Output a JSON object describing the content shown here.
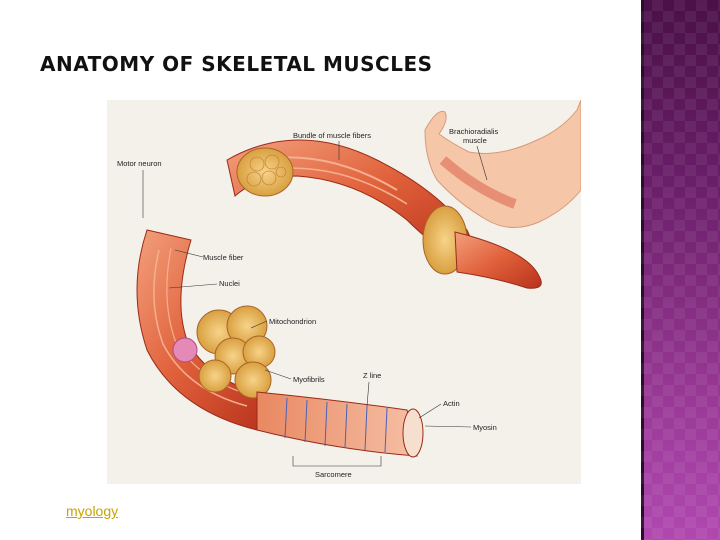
{
  "slide": {
    "title": "ANATOMY OF SKELETAL MUSCLES",
    "link_text": "myology"
  },
  "figure": {
    "labels": {
      "bundle": "Bundle of muscle fibers",
      "brachio_1": "Brachioradialis",
      "brachio_2": "muscle",
      "motor_neuron": "Motor neuron",
      "muscle_fiber": "Muscle fiber",
      "nuclei": "Nuclei",
      "mitochondrion": "Mitochondrion",
      "myofibrils": "Myofibrils",
      "z_line": "Z line",
      "actin": "Actin",
      "myosin": "Myosin",
      "sarcomere": "Sarcomere"
    }
  },
  "colors": {
    "muscle_dark": "#b8321c",
    "muscle_mid": "#e0603a",
    "muscle_light": "#f2a07c",
    "fascicle": "#f0c070",
    "accent_bar": "#7a2a78",
    "link": "#c8a400"
  }
}
